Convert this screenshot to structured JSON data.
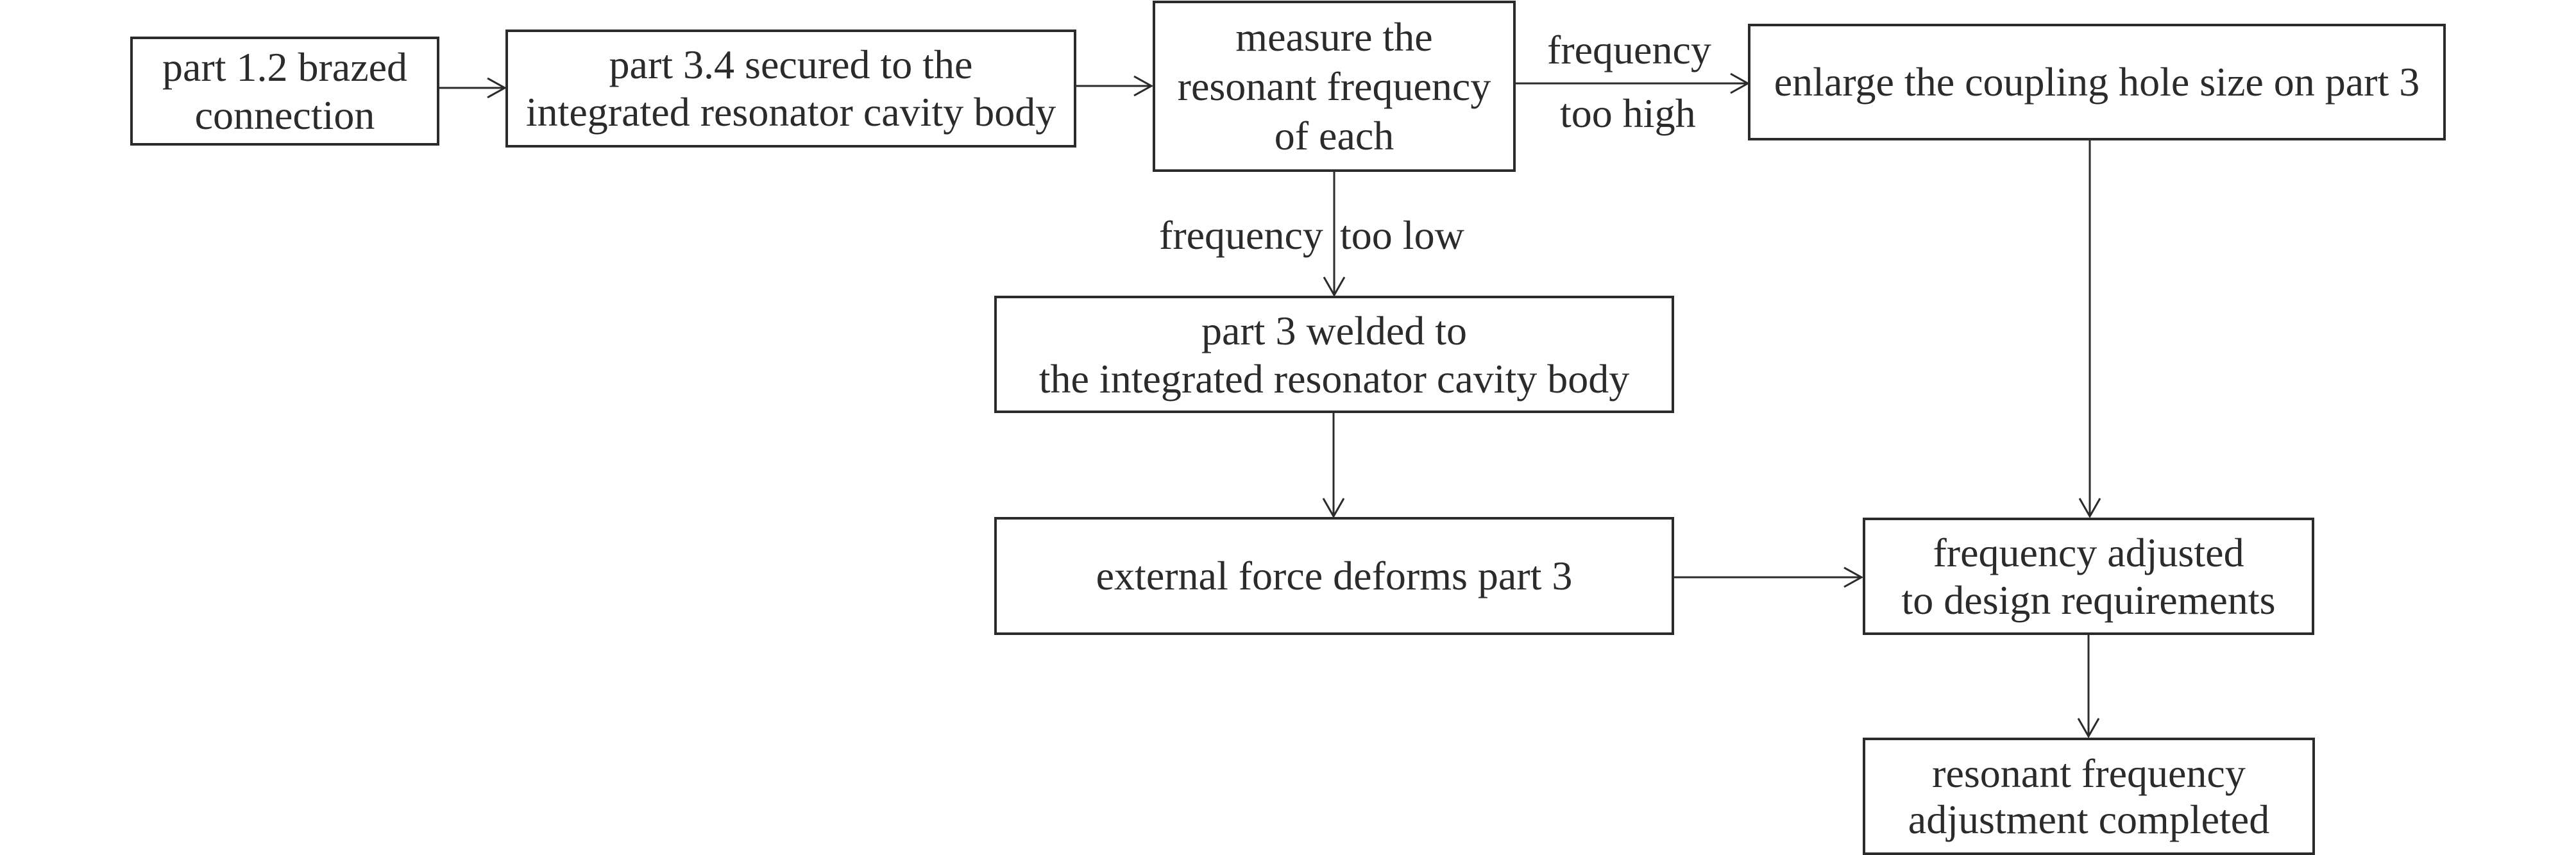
{
  "diagram": {
    "type": "flowchart",
    "nodes": [
      {
        "id": "n1",
        "lines": [
          "part 1.2 brazed",
          "connection"
        ]
      },
      {
        "id": "n2",
        "lines": [
          "part 3.4 secured to the",
          "integrated resonator cavity body"
        ]
      },
      {
        "id": "n3",
        "lines": [
          "measure the",
          "resonant frequency",
          "of each"
        ]
      },
      {
        "id": "n4",
        "lines": [
          "enlarge the coupling hole size on part 3"
        ]
      },
      {
        "id": "n5",
        "lines": [
          "part 3 welded to",
          "the integrated resonator cavity body"
        ]
      },
      {
        "id": "n6",
        "lines": [
          "external force deforms part 3"
        ]
      },
      {
        "id": "n7",
        "lines": [
          "frequency adjusted",
          "to design requirements"
        ]
      },
      {
        "id": "n8",
        "lines": [
          "resonant frequency",
          "adjustment completed"
        ]
      }
    ],
    "edges": [
      {
        "from": "n1",
        "to": "n2",
        "label": ""
      },
      {
        "from": "n2",
        "to": "n3",
        "label": ""
      },
      {
        "from": "n3",
        "to": "n4",
        "label_above": "frequency",
        "label_below": "too high"
      },
      {
        "from": "n3",
        "to": "n5",
        "label_left": "frequency",
        "label_right": "too low"
      },
      {
        "from": "n5",
        "to": "n6",
        "label": ""
      },
      {
        "from": "n6",
        "to": "n7",
        "label": ""
      },
      {
        "from": "n4",
        "to": "n7",
        "label": ""
      },
      {
        "from": "n7",
        "to": "n8",
        "label": ""
      }
    ]
  }
}
